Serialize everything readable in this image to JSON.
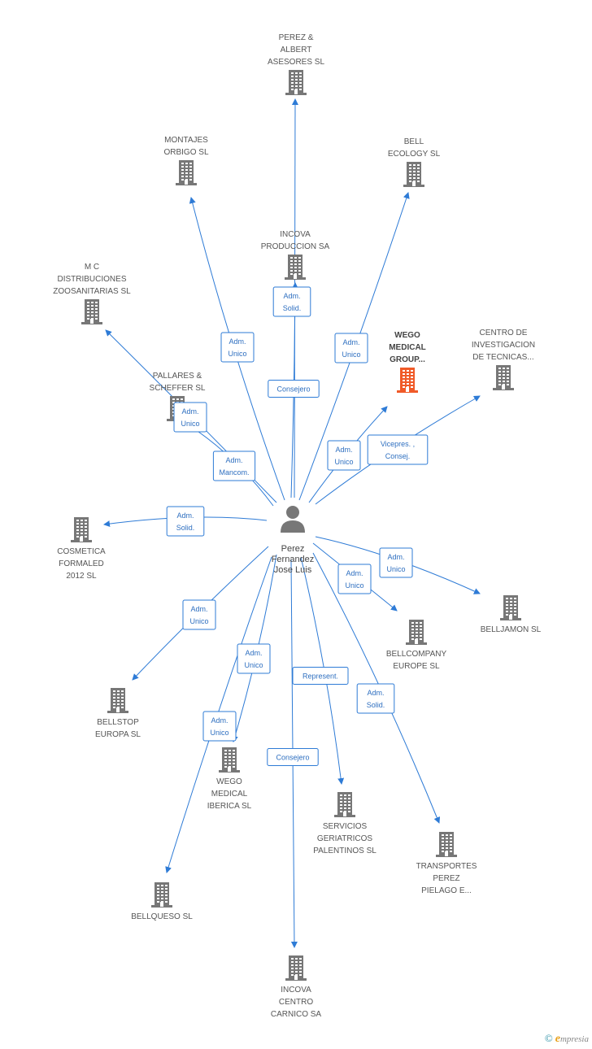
{
  "person": {
    "name_lines": [
      "Perez",
      "Fernandez",
      "Jose Luis"
    ],
    "icon": "person-icon"
  },
  "colors": {
    "edge": "#2e7bd6",
    "company": "#777777",
    "focus_company": "#f05a28"
  },
  "companies": [
    {
      "id": "perez-albert",
      "lines": [
        "PEREZ &",
        "ALBERT",
        "ASESORES SL"
      ],
      "icon": "building-icon",
      "focus": false
    },
    {
      "id": "montajes-orbigo",
      "lines": [
        "MONTAJES",
        "ORBIGO SL"
      ],
      "icon": "building-icon",
      "focus": false
    },
    {
      "id": "bell-ecology",
      "lines": [
        "BELL",
        "ECOLOGY  SL"
      ],
      "icon": "building-icon",
      "focus": false
    },
    {
      "id": "incova-produccion",
      "lines": [
        "INCOVA",
        "PRODUCCION SA"
      ],
      "icon": "building-icon",
      "focus": false
    },
    {
      "id": "mc-distribuciones",
      "lines": [
        "M C",
        "DISTRIBUCIONES",
        "ZOOSANITARIAS SL"
      ],
      "icon": "building-icon",
      "focus": false
    },
    {
      "id": "wego-medical-group",
      "lines": [
        "WEGO",
        "MEDICAL",
        "GROUP..."
      ],
      "icon": "building-icon",
      "focus": true
    },
    {
      "id": "centro-investigacion",
      "lines": [
        "CENTRO DE",
        "INVESTIGACION",
        "DE TECNICAS..."
      ],
      "icon": "building-icon",
      "focus": false
    },
    {
      "id": "pallares-scheffer",
      "lines": [
        "PALLARES &",
        "SCHEFFER SL"
      ],
      "icon": "building-icon",
      "focus": false
    },
    {
      "id": "cosmetica-formaled",
      "lines": [
        "COSMETICA",
        "FORMALED",
        "2012 SL"
      ],
      "icon": "building-icon",
      "focus": false
    },
    {
      "id": "belljamon",
      "lines": [
        "BELLJAMON SL"
      ],
      "icon": "building-icon",
      "focus": false
    },
    {
      "id": "bellcompany-europe",
      "lines": [
        "BELLCOMPANY",
        "EUROPE SL"
      ],
      "icon": "building-icon",
      "focus": false
    },
    {
      "id": "bellstop-europa",
      "lines": [
        "BELLSTOP",
        "EUROPA SL"
      ],
      "icon": "building-icon",
      "focus": false
    },
    {
      "id": "wego-medical-iberica",
      "lines": [
        "WEGO",
        "MEDICAL",
        "IBERICA SL"
      ],
      "icon": "building-icon",
      "focus": false
    },
    {
      "id": "servicios-geriatricos",
      "lines": [
        "SERVICIOS",
        "GERIATRICOS",
        "PALENTINOS SL"
      ],
      "icon": "building-icon",
      "focus": false
    },
    {
      "id": "transportes-perez",
      "lines": [
        "TRANSPORTES",
        "PEREZ",
        "PIELAGO E..."
      ],
      "icon": "building-icon",
      "focus": false
    },
    {
      "id": "bellqueso",
      "lines": [
        "BELLQUESO SL"
      ],
      "icon": "building-icon",
      "focus": false
    },
    {
      "id": "incova-centro",
      "lines": [
        "INCOVA",
        "CENTRO",
        "CARNICO SA"
      ],
      "icon": "building-icon",
      "focus": false
    }
  ],
  "relations": [
    {
      "target": "perez-albert",
      "lines": [
        "Consejero"
      ]
    },
    {
      "target": "incova-produccion",
      "lines": [
        "Adm.",
        "Solid."
      ]
    },
    {
      "target": "montajes-orbigo",
      "lines": [
        "Adm.",
        "Unico"
      ]
    },
    {
      "target": "bell-ecology",
      "lines": [
        "Adm.",
        "Unico"
      ]
    },
    {
      "target": "mc-distribuciones",
      "lines": [
        "Adm.",
        "Mancom."
      ]
    },
    {
      "target": "pallares-scheffer",
      "lines": [
        "Adm.",
        "Unico"
      ]
    },
    {
      "target": "wego-medical-group",
      "lines": [
        "Adm.",
        "Unico"
      ]
    },
    {
      "target": "centro-investigacion",
      "lines": [
        "Vicepres. ,",
        "Consej."
      ]
    },
    {
      "target": "cosmetica-formaled",
      "lines": [
        "Adm.",
        "Solid."
      ]
    },
    {
      "target": "belljamon",
      "lines": [
        "Adm.",
        "Unico"
      ]
    },
    {
      "target": "bellcompany-europe",
      "lines": [
        "Adm.",
        "Unico"
      ]
    },
    {
      "target": "bellstop-europa",
      "lines": [
        "Adm.",
        "Unico"
      ]
    },
    {
      "target": "wego-medical-iberica",
      "lines": [
        "Adm.",
        "Unico"
      ]
    },
    {
      "target": "bellqueso",
      "lines": [
        "Adm.",
        "Unico"
      ]
    },
    {
      "target": "servicios-geriatricos",
      "lines": [
        "Represent."
      ]
    },
    {
      "target": "transportes-perez",
      "lines": [
        "Adm.",
        "Solid."
      ]
    },
    {
      "target": "incova-centro",
      "lines": [
        "Consejero"
      ]
    }
  ],
  "footer": {
    "copyright": "©",
    "brand_initial": "e",
    "brand_rest": "mpresia"
  }
}
